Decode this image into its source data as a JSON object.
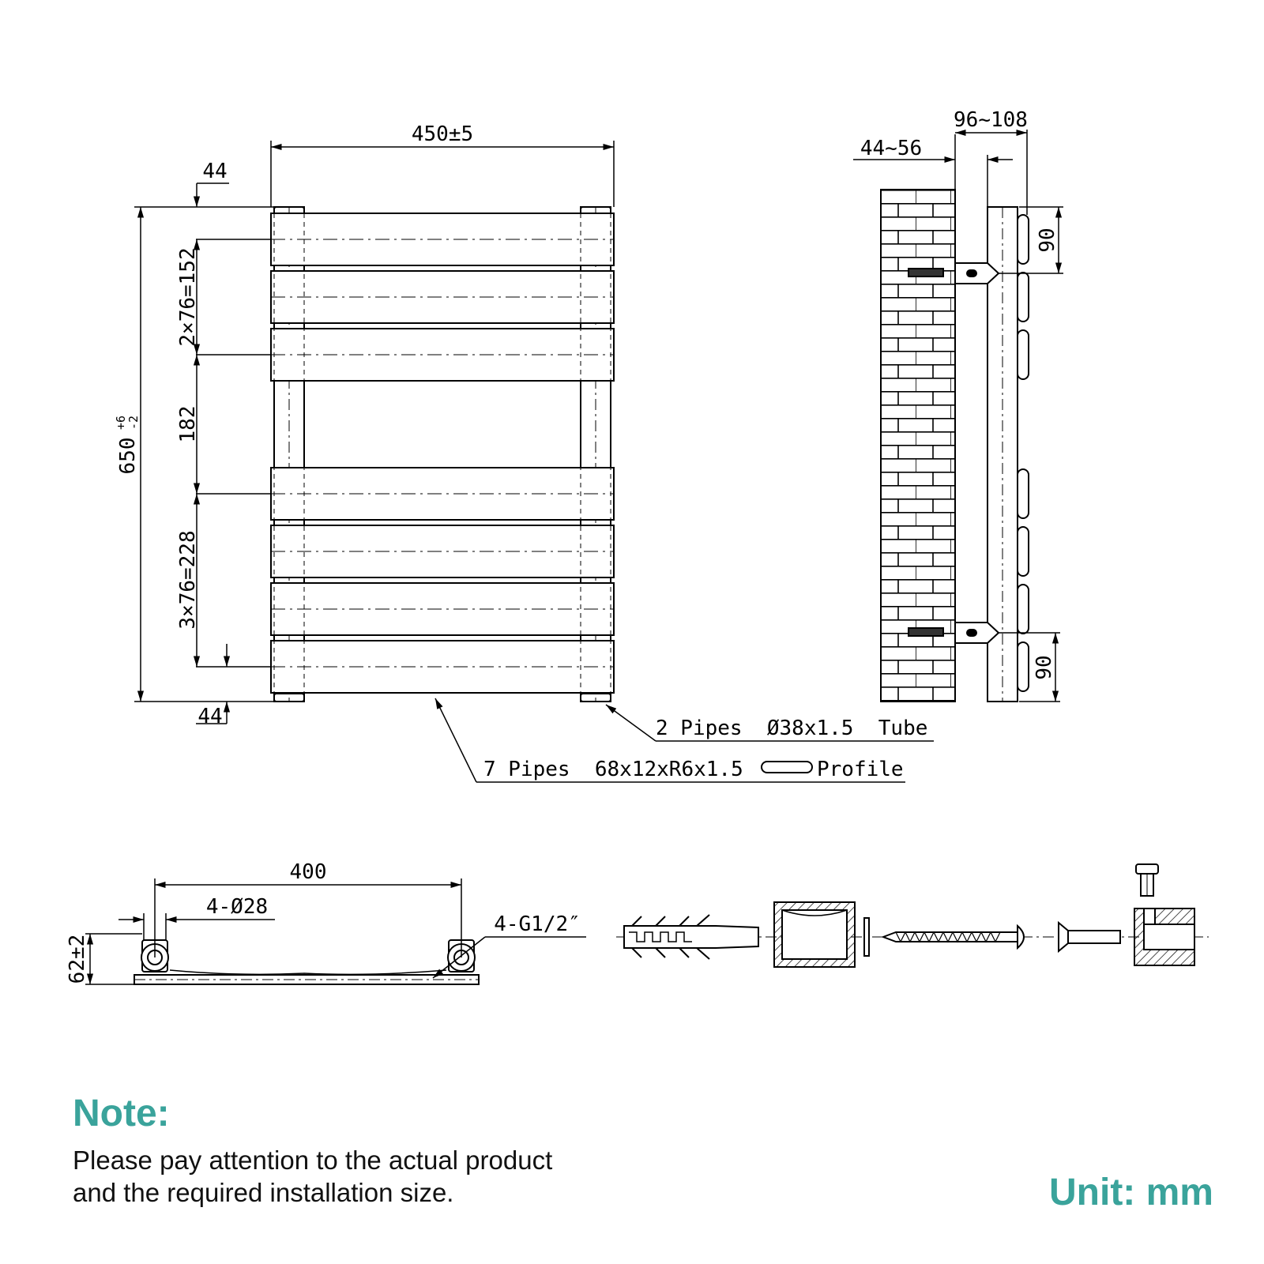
{
  "front_view": {
    "width_dim": "450±5",
    "top_offset": "44",
    "bottom_offset": "44",
    "height_dim": "650",
    "height_tol_plus": "+6",
    "height_tol_minus": "-2",
    "upper_spacing": "2×76=152",
    "gap_spacing": "182",
    "lower_spacing": "3×76=228"
  },
  "callouts": {
    "tube": "2 Pipes  Ø38x1.5  Tube",
    "profile_prefix": "7 Pipes  68x12xR6x1.5",
    "profile_suffix": "Profile"
  },
  "side_view": {
    "wall_gap": "44~56",
    "total_depth": "96~108",
    "top_bracket": "90",
    "bottom_bracket": "90"
  },
  "bottom_view": {
    "centers": "400",
    "holes": "4-Ø28",
    "thread": "4-G1/2″",
    "height": "62±2"
  },
  "note": {
    "title": "Note:",
    "line1": "Please pay attention to the actual product",
    "line2": "and the required installation size."
  },
  "unit_label": "Unit: mm",
  "colors": {
    "accent": "#3aa39b",
    "line": "#000000"
  }
}
